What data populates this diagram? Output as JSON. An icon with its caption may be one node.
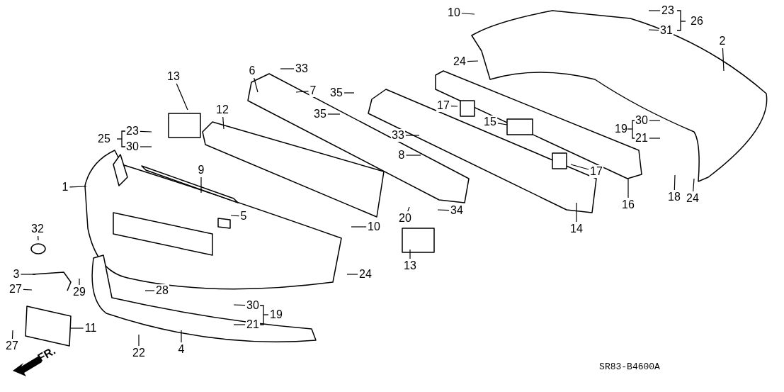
{
  "diagram": {
    "nodes": [
      {
        "text": [
          "10"
        ]
      },
      {
        "text": [
          "23"
        ]
      },
      {
        "text": [
          "31"
        ]
      },
      {
        "text": [
          "2"
        ]
      },
      {
        "text": [
          "33"
        ]
      },
      {
        "text": [
          "24"
        ]
      },
      {
        "text": [
          "6"
        ]
      },
      {
        "text": [
          "7"
        ]
      },
      {
        "text": [
          "35"
        ]
      },
      {
        "text": [
          "13"
        ]
      },
      {
        "text": [
          "12"
        ]
      },
      {
        "text": [
          "35"
        ]
      },
      {
        "text": [
          "17"
        ]
      },
      {
        "text": [
          "15"
        ]
      },
      {
        "text": [
          "30"
        ]
      },
      {
        "text": [
          "21"
        ]
      },
      {
        "text": [
          "23"
        ]
      },
      {
        "text": [
          "30"
        ]
      },
      {
        "text": [
          "33"
        ]
      },
      {
        "text": [
          "8"
        ]
      },
      {
        "text": [
          "17"
        ]
      },
      {
        "text": [
          "1"
        ]
      },
      {
        "text": [
          "9"
        ]
      },
      {
        "text": [
          "5"
        ]
      },
      {
        "text": [
          "20"
        ]
      },
      {
        "text": [
          "34"
        ]
      },
      {
        "text": [
          "16"
        ]
      },
      {
        "text": [
          "18"
        ]
      },
      {
        "text": [
          "24"
        ]
      },
      {
        "text": [
          "14"
        ]
      },
      {
        "text": [
          "10"
        ]
      },
      {
        "text": [
          "32"
        ]
      },
      {
        "text": [
          "13"
        ]
      },
      {
        "text": [
          "3"
        ]
      },
      {
        "text": [
          "24"
        ]
      },
      {
        "text": [
          "29"
        ]
      },
      {
        "text": [
          "27"
        ]
      },
      {
        "text": [
          "28"
        ]
      },
      {
        "text": [
          "30"
        ]
      },
      {
        "text": [
          "21"
        ]
      },
      {
        "text": [
          "11"
        ]
      },
      {
        "text": [
          "27"
        ]
      },
      {
        "text": [
          "22"
        ]
      },
      {
        "text": [
          "4"
        ]
      }
    ],
    "edges": [
      {
        "from": 0,
        "to": null,
        "arrow": "none"
      },
      {
        "from": 1,
        "to": null,
        "arrow": "none"
      },
      {
        "from": 2,
        "to": null,
        "arrow": "none"
      },
      {
        "from": 3,
        "to": null,
        "arrow": "none"
      },
      {
        "from": 4,
        "to": null,
        "arrow": "none"
      },
      {
        "from": 5,
        "to": null,
        "arrow": "none"
      },
      {
        "from": 6,
        "to": null,
        "arrow": "none"
      },
      {
        "from": 7,
        "to": null,
        "arrow": "none"
      },
      {
        "from": 8,
        "to": null,
        "arrow": "none"
      },
      {
        "from": 9,
        "to": null,
        "arrow": "none"
      },
      {
        "from": 10,
        "to": null,
        "arrow": "none"
      },
      {
        "from": 11,
        "to": null,
        "arrow": "none"
      },
      {
        "from": 12,
        "to": null,
        "arrow": "none"
      },
      {
        "from": 13,
        "to": null,
        "arrow": "none"
      },
      {
        "from": 14,
        "to": null,
        "arrow": "none"
      },
      {
        "from": 15,
        "to": null,
        "arrow": "none"
      },
      {
        "from": 16,
        "to": null,
        "arrow": "none"
      },
      {
        "from": 17,
        "to": null,
        "arrow": "none"
      },
      {
        "from": 18,
        "to": null,
        "arrow": "none"
      },
      {
        "from": 19,
        "to": null,
        "arrow": "none"
      },
      {
        "from": 20,
        "to": null,
        "arrow": "none"
      },
      {
        "from": 21,
        "to": null,
        "arrow": "none"
      },
      {
        "from": 22,
        "to": null,
        "arrow": "none"
      },
      {
        "from": 23,
        "to": null,
        "arrow": "none"
      },
      {
        "from": 24,
        "to": null,
        "arrow": "none"
      },
      {
        "from": 25,
        "to": null,
        "arrow": "none"
      },
      {
        "from": 26,
        "to": null,
        "arrow": "none"
      },
      {
        "from": 27,
        "to": null,
        "arrow": "none"
      },
      {
        "from": 28,
        "to": null,
        "arrow": "none"
      },
      {
        "from": 29,
        "to": null,
        "arrow": "none"
      },
      {
        "from": 30,
        "to": null,
        "arrow": "none"
      },
      {
        "from": 31,
        "to": null,
        "arrow": "none"
      },
      {
        "from": 32,
        "to": null,
        "arrow": "none"
      },
      {
        "from": 33,
        "to": null,
        "arrow": "none"
      },
      {
        "from": 34,
        "to": null,
        "arrow": "none"
      },
      {
        "from": 35,
        "to": null,
        "arrow": "none"
      },
      {
        "from": 36,
        "to": null,
        "arrow": "none"
      },
      {
        "from": 37,
        "to": null,
        "arrow": "none"
      },
      {
        "from": 38,
        "to": null,
        "arrow": "none"
      },
      {
        "from": 39,
        "to": null,
        "arrow": "none"
      },
      {
        "from": 40,
        "to": null,
        "arrow": "none"
      },
      {
        "from": 41,
        "to": null,
        "arrow": "none"
      },
      {
        "from": 42,
        "to": null,
        "arrow": "none"
      },
      {
        "from": 43,
        "to": null,
        "arrow": "none"
      }
    ],
    "labels": [
      "26",
      "19",
      "25",
      "19",
      "FR.",
      "SR83-B4600A"
    ]
  }
}
